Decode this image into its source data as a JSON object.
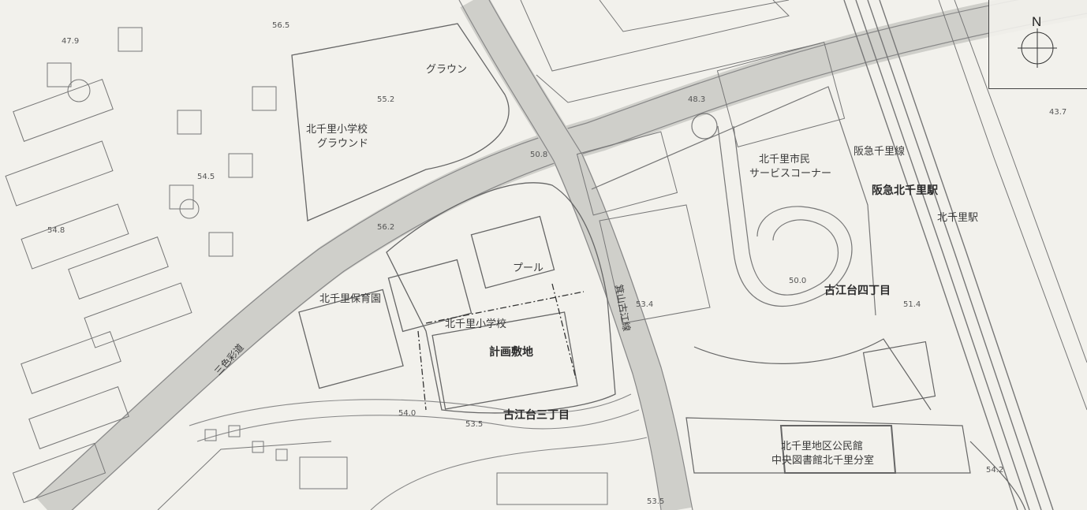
{
  "map": {
    "compass": {
      "north_label": "N"
    },
    "labels": {
      "ground_top": "グラウン",
      "school_ground_line1": "北千里小学校",
      "school_ground_line2": "グラウンド",
      "nursery": "北千里保育園",
      "school": "北千里小学校",
      "plan_site": "計画敷地",
      "pool": "プール",
      "city_service_line1": "北千里市民",
      "city_service_line2": "サービスコーナー",
      "hankyu_kitasenri_upper": "阪急千里線",
      "hankyu_kitasenri_station": "阪急北千里駅",
      "kitasenri_station": "北千里駅",
      "furuedai4": "古江台四丁目",
      "furuedai3": "古江台三丁目",
      "community_hall_line1": "北千里地区公民館",
      "community_hall_line2": "中央図書館北千里分室",
      "road_sanyo": "三色彩道",
      "road_minoo": "箕山古江線"
    },
    "elevations": {
      "e1": "56.5",
      "e2": "55.2",
      "e3": "48.3",
      "e4": "50.8",
      "e5": "54.8",
      "e6": "56.2",
      "e7": "50.0",
      "e8": "54.0",
      "e9": "53.5",
      "e10": "54.2",
      "e11": "53.5",
      "e12": "43.7",
      "e13": "47.9",
      "e14": "53.4",
      "e15": "51.4",
      "e16": "54.5"
    }
  }
}
